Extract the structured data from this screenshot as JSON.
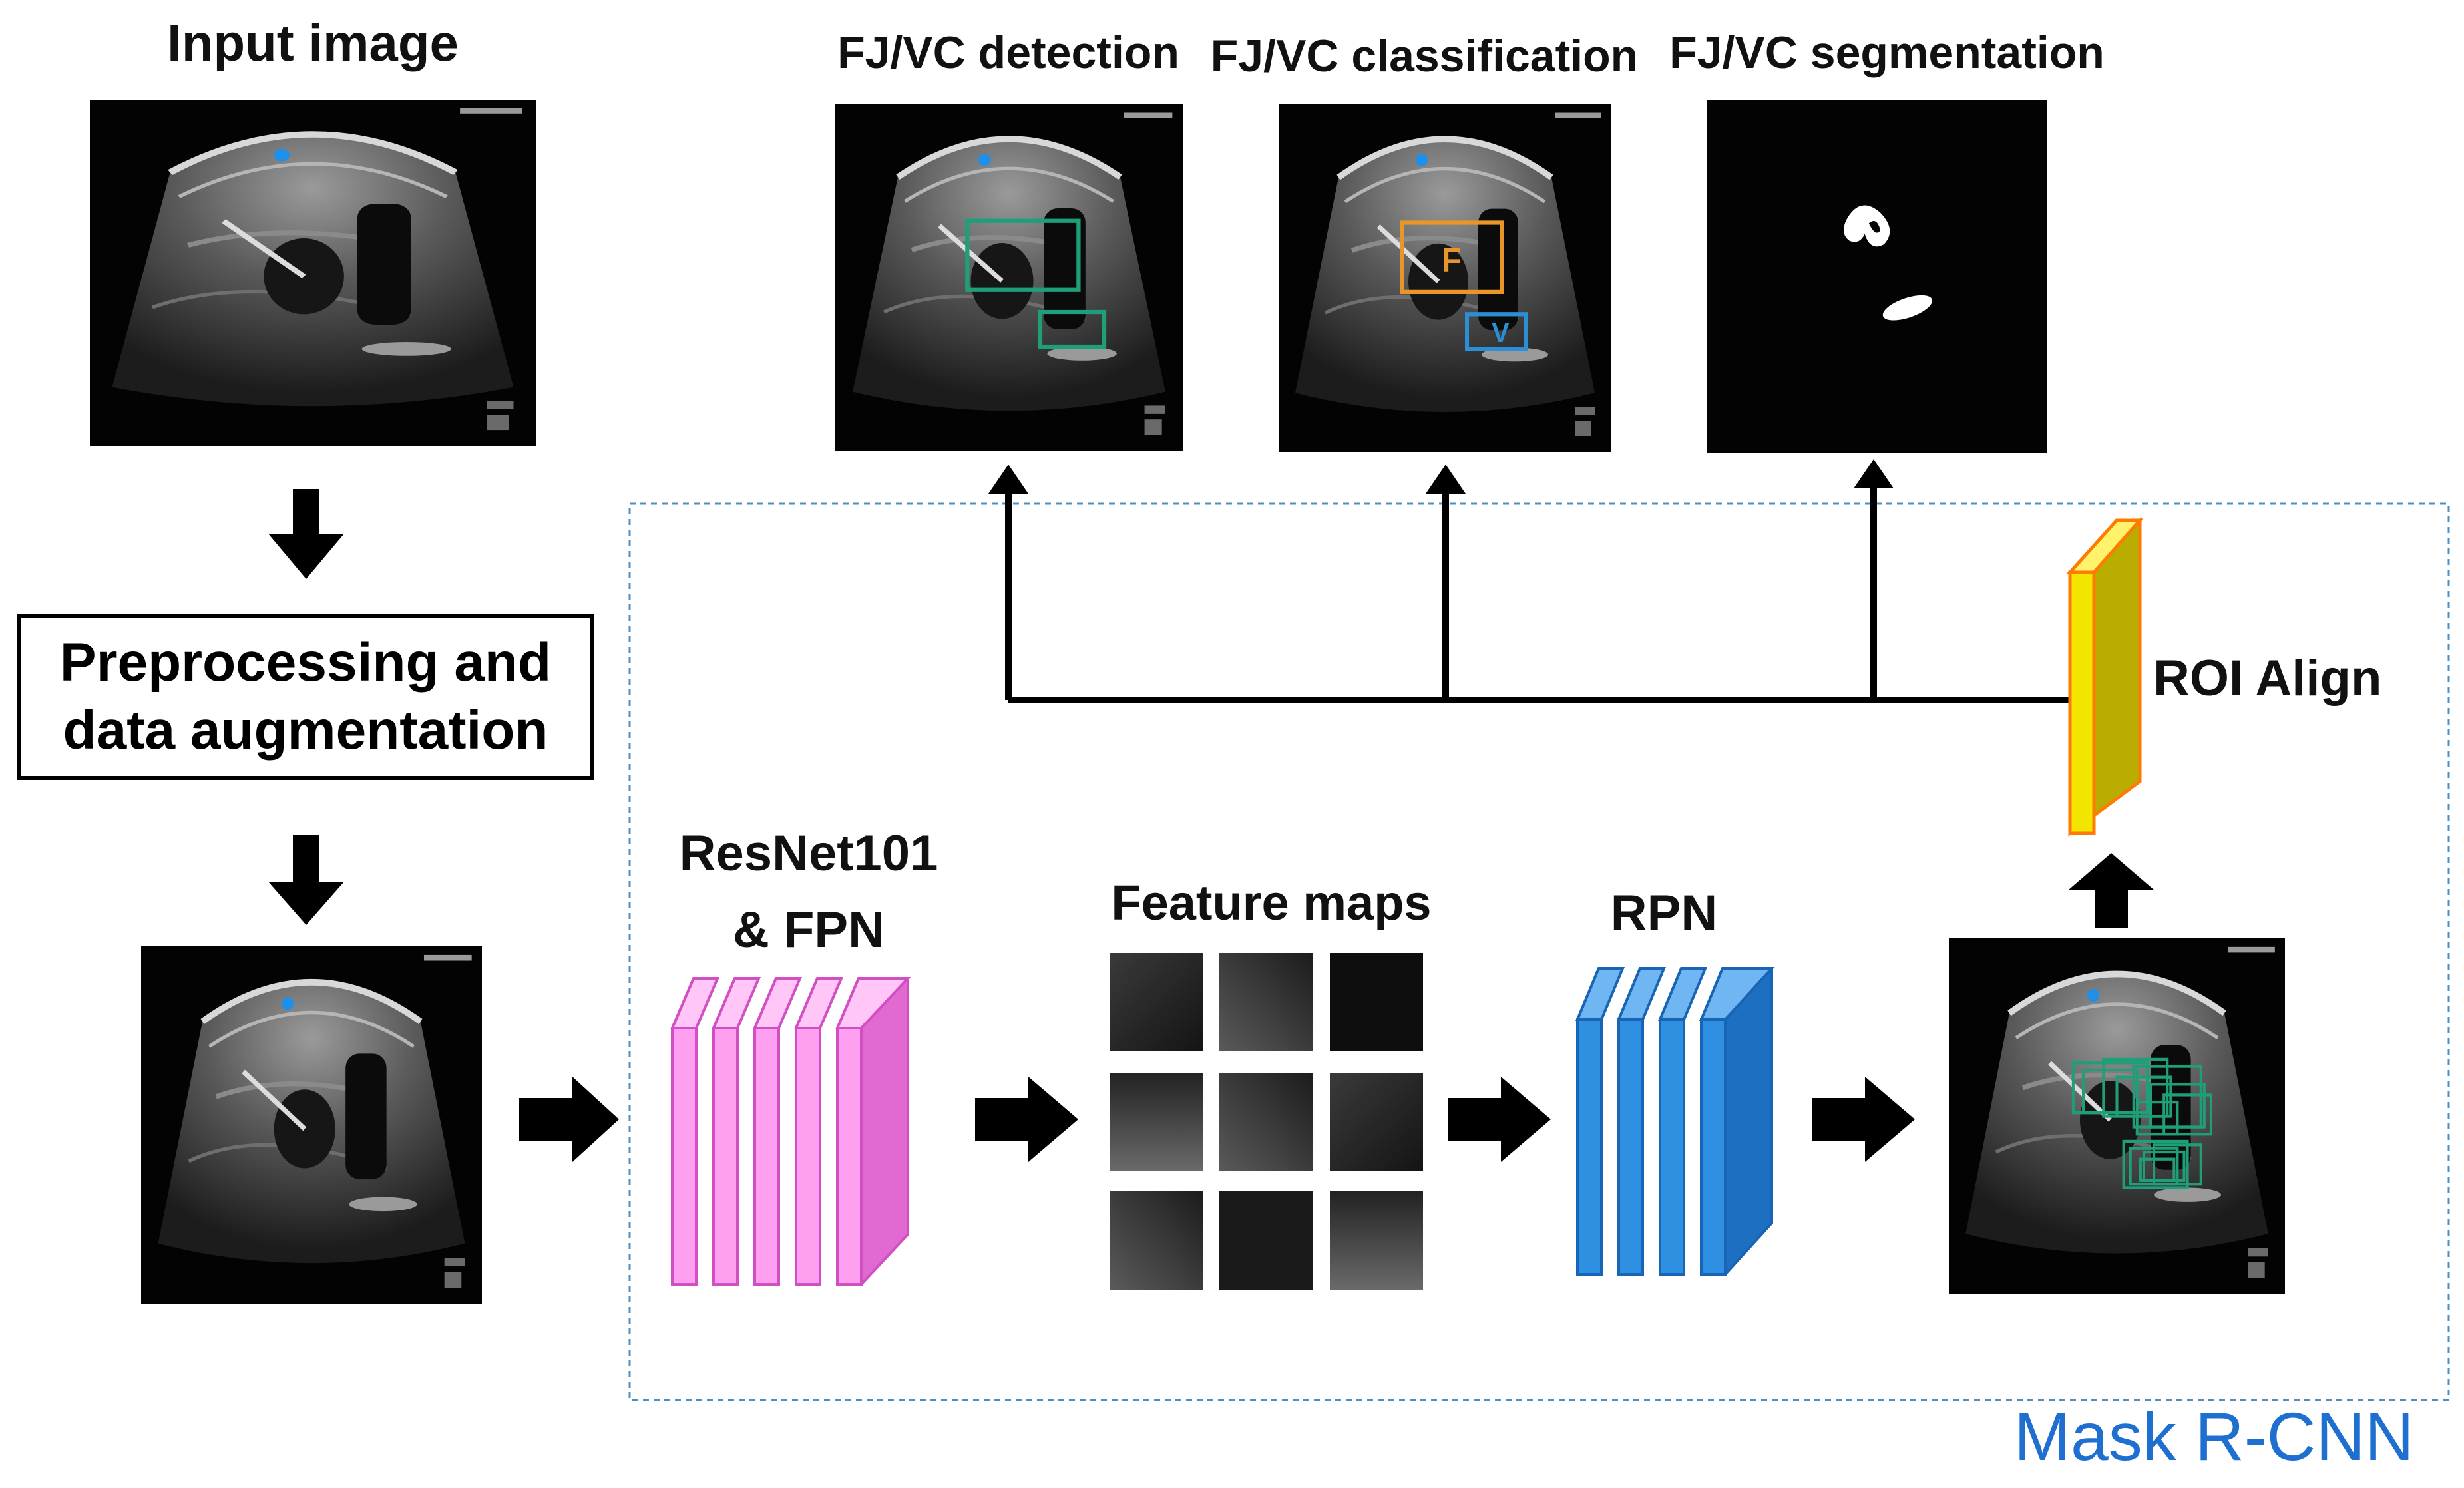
{
  "labels": {
    "input_image": "Input image",
    "preprocessing_line1": "Preprocessing and",
    "preprocessing_line2": "data augmentation",
    "detection": "FJ/VC detection",
    "classification": "FJ/VC classification",
    "segmentation": "FJ/VC segmentation",
    "backbone_line1": "ResNet101",
    "backbone_line2": "& FPN",
    "feature_maps": "Feature maps",
    "rpn": "RPN",
    "roi_align": "ROI Align",
    "framework": "Mask R-CNN"
  },
  "box_letters": {
    "class_f": "F",
    "class_v": "V"
  },
  "colors": {
    "detection_box": "#1f9e7a",
    "class_f_box": "#e8962a",
    "class_v_box": "#2b8fd6",
    "backbone_fill": "#ff9ff0",
    "backbone_edge": "#d24fc3",
    "rpn_fill": "#2f8fe0",
    "rpn_edge": "#1864b5",
    "roi_fill": "#f2e600",
    "roi_edge": "#ff7a00",
    "framework_border": "#4d8fc0",
    "framework_text": "#1f6fd1"
  },
  "icons": [
    "arrow-down-icon",
    "arrow-right-icon",
    "arrow-up-icon"
  ]
}
